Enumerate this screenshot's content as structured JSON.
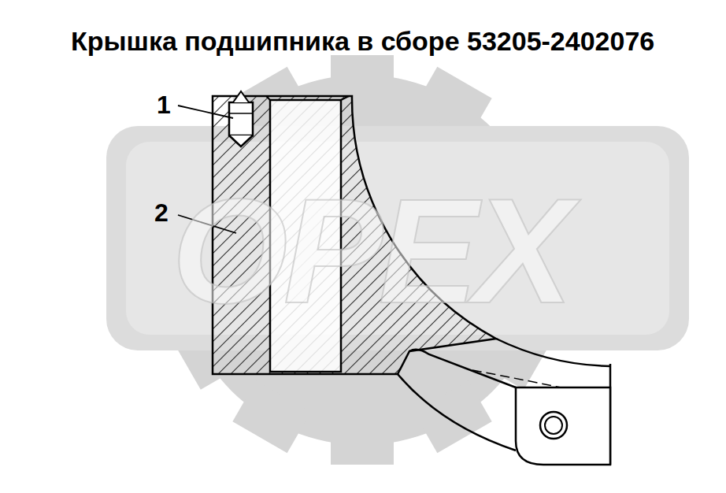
{
  "diagram": {
    "title": "Крышка подшипника в сборе 53205-2402076",
    "labels": [
      "1",
      "2",
      "OPEX"
    ]
  }
}
